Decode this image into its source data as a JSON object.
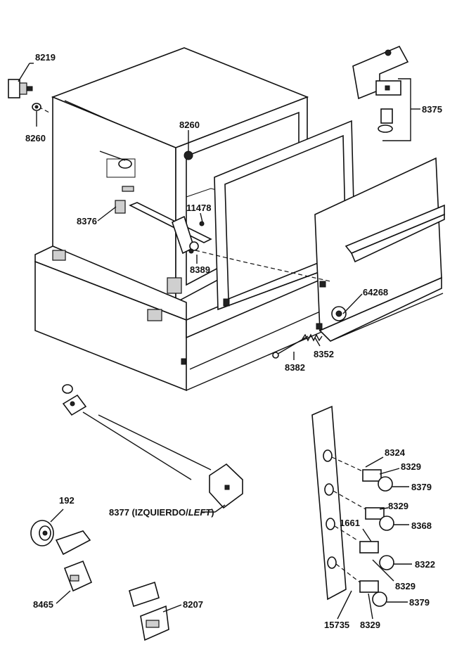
{
  "labels": {
    "p8219": "8219",
    "p8260a": "8260",
    "p8260b": "8260",
    "p8375": "8375",
    "p8376": "8376",
    "p11478": "11478",
    "p8389": "8389",
    "p64268": "64268",
    "p8352": "8352",
    "p8382": "8382",
    "p8377": "8377 (IZQUIERDO/",
    "p8377_left": "LEFT",
    "p8377_close": ")",
    "p192": "192",
    "p8465": "8465",
    "p8207": "8207",
    "p8324": "8324",
    "p8329a": "8329",
    "p8379a": "8379",
    "p8329b": "8329",
    "p8368": "8368",
    "p1661": "1661",
    "p8322": "8322",
    "p8329c": "8329",
    "p8379b": "8379",
    "p15735": "15735",
    "p8329d": "8329"
  }
}
